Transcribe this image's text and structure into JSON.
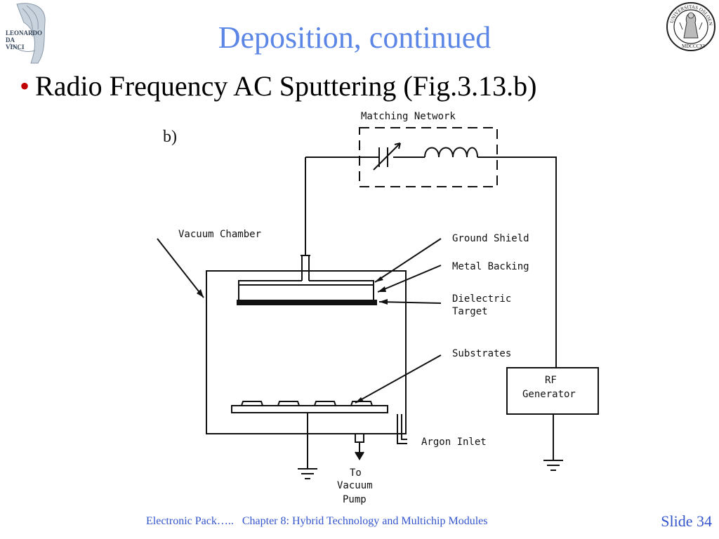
{
  "logo_left": {
    "line1": "LEONARDO",
    "line2": "DA",
    "line3": "VINCI",
    "icon": "leonardo-da-vinci-logo"
  },
  "seal": {
    "icon": "universitas-osloensis-seal",
    "text_top": "UNIVERSITAS OSLOENSIS",
    "text_bottom": "MDCCCXI"
  },
  "title": "Deposition, continued",
  "bullet": "Radio Frequency AC Sputtering (Fig.3.13.b)",
  "diagram": {
    "panel_label": "b)",
    "labels": {
      "matching_network": "Matching Network",
      "vacuum_chamber": "Vacuum  Chamber",
      "ground_shield": "Ground Shield",
      "metal_backing": "Metal Backing",
      "dielectric_line1": "Dielectric",
      "dielectric_line2": "Target",
      "substrates": "Substrates",
      "rf_line1": "RF",
      "rf_line2": "Generator",
      "argon_inlet": "Argon Inlet",
      "to_line1": "To",
      "to_line2": "Vacuum",
      "to_line3": "Pump"
    }
  },
  "footer": {
    "left": "Electronic Pack…..",
    "center": "Chapter 8: Hybrid Technology and Multichip Modules",
    "slide": "Slide 34"
  },
  "colors": {
    "title": "#5b86e5",
    "bullet": "#c00000",
    "footer": "#3355cc"
  }
}
